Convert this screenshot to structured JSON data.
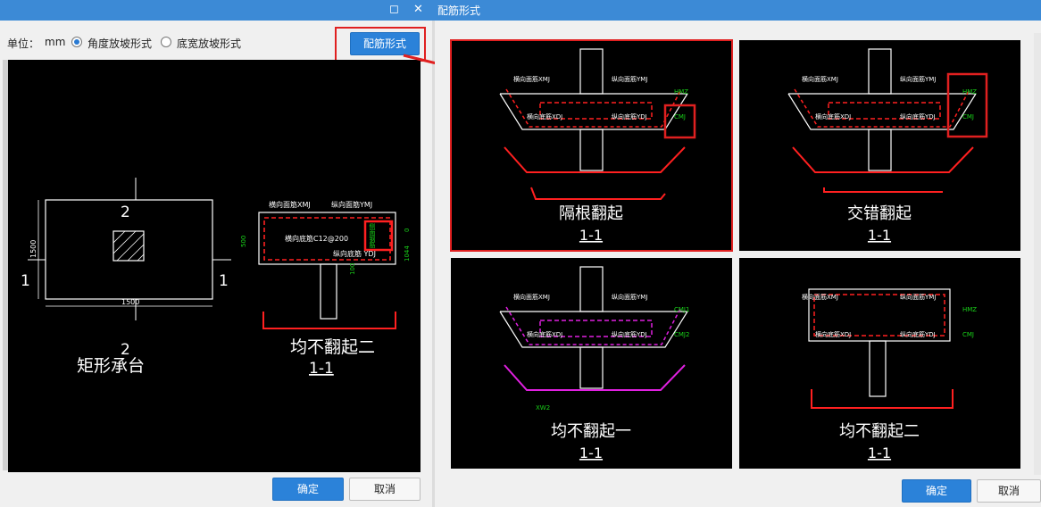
{
  "window": {
    "title": "配筋形式",
    "maximize_glyph": "◻",
    "close_glyph": "✕"
  },
  "left": {
    "unit_label": "单位：",
    "unit_value": "mm",
    "radio_angle": "角度放坡形式",
    "radio_width": "底宽放坡形式",
    "selected": "角度放坡形式",
    "rebar_button": "配筋形式",
    "plan": {
      "section_top": "2",
      "section_bottom": "2",
      "section_left": "1",
      "section_right": "1",
      "dim_v": "1500",
      "dim_h": "1500",
      "caption": "矩形承台"
    },
    "section": {
      "lbl_hmj": "横向面筋XMJ",
      "lbl_vmj": "纵向面筋YMJ",
      "lbl_hdj": "横向底筋C12@200",
      "lbl_vdj": "纵向底筋 YDJ",
      "dim_500": "500",
      "dim_0": "0",
      "dim_1044": "1044",
      "dim_100": "100",
      "side_bar": "侧面钢筋",
      "caption": "均不翻起二",
      "section_no": "1-1"
    },
    "ok": "确定",
    "cancel": "取消"
  },
  "options": [
    {
      "caption": "隔根翻起",
      "section_no": "1-1",
      "selected": true,
      "tags": [
        "横向面筋XMJ",
        "纵向面筋YMJ",
        "横向底筋XDJ",
        "纵向底筋YDJ",
        "CMJ",
        "HMZ"
      ]
    },
    {
      "caption": "交错翻起",
      "section_no": "1-1",
      "selected": false,
      "tags": [
        "横向面筋XMJ",
        "纵向面筋YMJ",
        "横向底筋XDJ",
        "纵向底筋YDJ",
        "CMJ",
        "HMZ"
      ]
    },
    {
      "caption": "均不翻起一",
      "section_no": "1-1",
      "selected": false,
      "tags": [
        "横向面筋XMJ",
        "纵向面筋YMJ",
        "横向底筋XDJ",
        "纵向底筋YDJ",
        "CMJ2",
        "CMJ1",
        "XW2"
      ]
    },
    {
      "caption": "均不翻起二",
      "section_no": "1-1",
      "selected": false,
      "tags": [
        "横向面筋XMJ",
        "纵向面筋YMJ",
        "横向底筋XDJ",
        "纵向底筋YDJ",
        "CMJ",
        "HMZ"
      ]
    }
  ],
  "right": {
    "ok": "确定",
    "cancel": "取消"
  },
  "colors": {
    "accent": "#2b82d9",
    "titlebar": "#3c8ad6",
    "highlight": "#e02020",
    "rebar_red": "#ff2020",
    "rebar_green": "#19d219",
    "rebar_magenta": "#e020e0"
  }
}
